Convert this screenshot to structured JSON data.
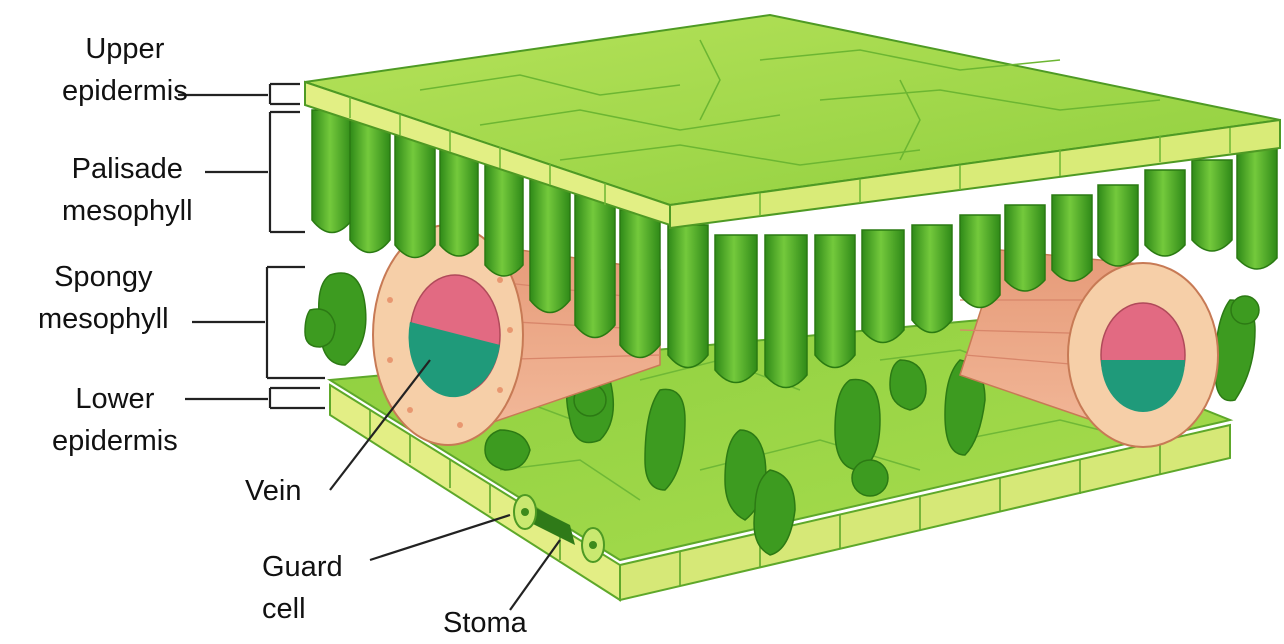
{
  "labels": {
    "upper_epidermis": [
      "Upper",
      "epidermis"
    ],
    "palisade": [
      "Palisade",
      "mesophyll"
    ],
    "spongy": [
      "Spongy",
      "mesophyll"
    ],
    "lower_epidermis": [
      "Lower",
      "epidermis"
    ],
    "vein": "Vein",
    "guard_cell": [
      "Guard",
      "cell"
    ],
    "stoma": "Stoma"
  },
  "colors": {
    "leaf_top": "#9fd64a",
    "leaf_light": "#c8ea6a",
    "epidermis": "#e6f08a",
    "cell_outline": "#5ea82a",
    "palisade_cell": "#3c9a1e",
    "palisade_highlight": "#7fd04a",
    "vein_outer": "#f5c9a0",
    "vein_cells": "#e8a070",
    "xylem": "#e86a80",
    "phloem": "#1f9a7a",
    "line": "#222222"
  }
}
